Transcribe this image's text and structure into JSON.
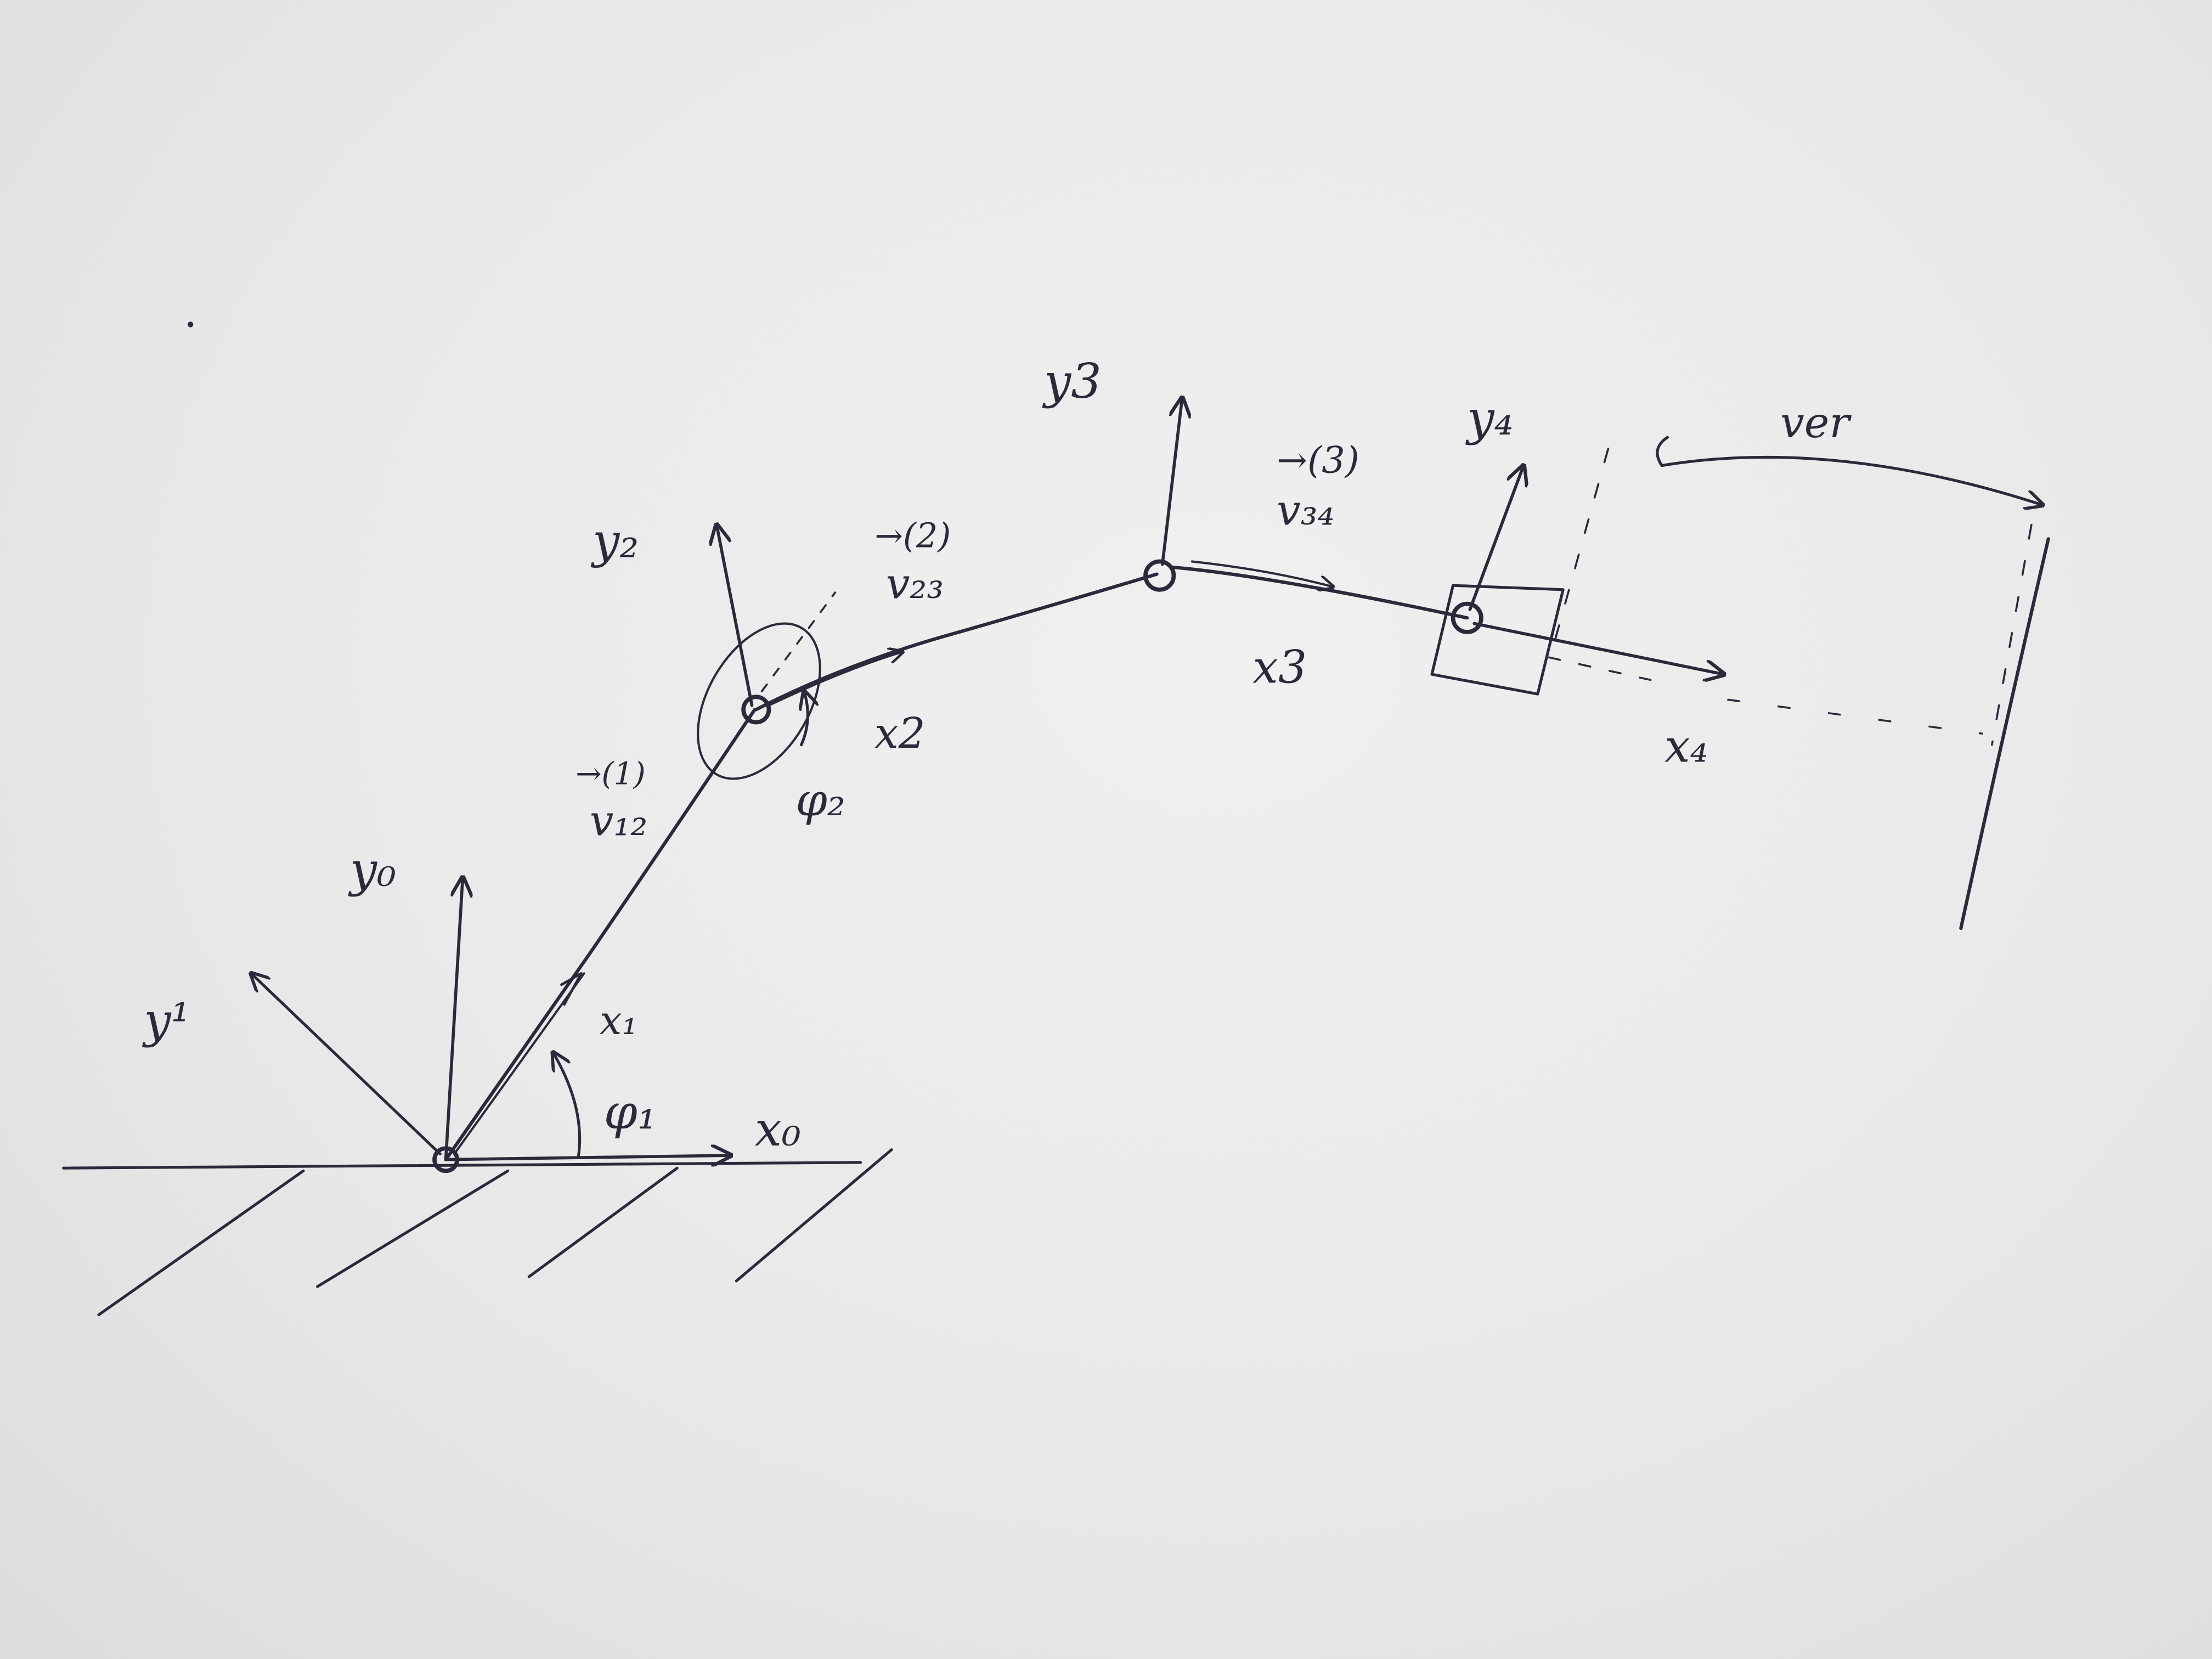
{
  "labels": {
    "y0": "y₀",
    "x0": "x₀",
    "y1": "y¹",
    "x1": "x₁",
    "phi1": "φ₁",
    "y2": "y₂",
    "x2": "x2",
    "phi2": "φ₂",
    "y3": "y3",
    "x3": "x3",
    "y4": "y₄",
    "x4": "x₄",
    "v12": "v₁₂",
    "v12_arrow": "→(1)",
    "v23": "v₂₃",
    "v23_arrow": "→(2)",
    "v34": "v₃₄",
    "v34_arrow": "→(3)",
    "ver": "ver"
  }
}
